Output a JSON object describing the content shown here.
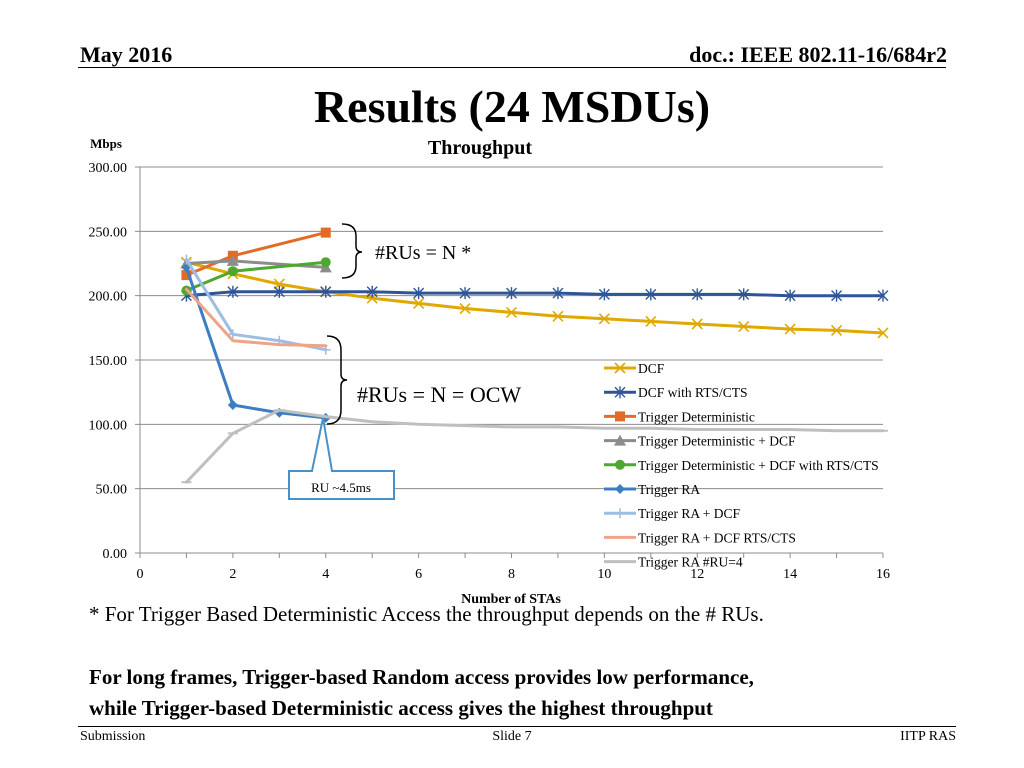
{
  "header": {
    "date": "May 2016",
    "doc": "doc.: IEEE 802.11-16/684r2"
  },
  "slide_title": "Results (24 MSDUs)",
  "footnote": "* For Trigger Based Deterministic Access the throughput depends on the # RUs.",
  "conclusion": {
    "line1": "For long frames, Trigger-based Random access provides low performance,",
    "line2": "while Trigger-based Deterministic access gives the highest throughput"
  },
  "footer": {
    "left": "Submission",
    "center": "Slide 7",
    "right": "IITP RAS"
  },
  "chart_data": {
    "type": "line",
    "title": "Throughput",
    "ylabel": "Mbps",
    "xlabel": "Number of STAs",
    "xlim": [
      0,
      16
    ],
    "ylim": [
      0,
      300
    ],
    "xticks": [
      "0",
      "2",
      "4",
      "6",
      "8",
      "10",
      "12",
      "14",
      "16"
    ],
    "yticks": [
      "0.00",
      "50.00",
      "100.00",
      "150.00",
      "200.00",
      "250.00",
      "300.00"
    ],
    "grid": "horizontal",
    "legend_position": "right-inside",
    "annotations": {
      "brace1": "#RUs = N *",
      "brace2": "#RUs = N = OCW",
      "callout": "RU ~4.5ms"
    },
    "series": [
      {
        "name": "DCF",
        "color": "#E0A800",
        "marker": "x",
        "points": [
          [
            1,
            226
          ],
          [
            2,
            217
          ],
          [
            3,
            209
          ],
          [
            4,
            203
          ],
          [
            5,
            198
          ],
          [
            6,
            194
          ],
          [
            7,
            190
          ],
          [
            8,
            187
          ],
          [
            9,
            184
          ],
          [
            10,
            182
          ],
          [
            11,
            180
          ],
          [
            12,
            178
          ],
          [
            13,
            176
          ],
          [
            14,
            174
          ],
          [
            15,
            173
          ],
          [
            16,
            171
          ]
        ]
      },
      {
        "name": "DCF with RTS/CTS",
        "color": "#2F5597",
        "marker": "star",
        "points": [
          [
            1,
            200
          ],
          [
            2,
            203
          ],
          [
            3,
            203
          ],
          [
            4,
            203
          ],
          [
            5,
            203
          ],
          [
            6,
            202
          ],
          [
            7,
            202
          ],
          [
            8,
            202
          ],
          [
            9,
            202
          ],
          [
            10,
            201
          ],
          [
            11,
            201
          ],
          [
            12,
            201
          ],
          [
            13,
            201
          ],
          [
            14,
            200
          ],
          [
            15,
            200
          ],
          [
            16,
            200
          ]
        ]
      },
      {
        "name": "Trigger Deterministic",
        "color": "#E06C28",
        "marker": "square",
        "points": [
          [
            1,
            216
          ],
          [
            2,
            231
          ],
          [
            4,
            249
          ]
        ]
      },
      {
        "name": "Trigger Deterministic + DCF",
        "color": "#8C8C8C",
        "marker": "triangle",
        "points": [
          [
            1,
            225
          ],
          [
            2,
            227
          ],
          [
            4,
            222
          ]
        ]
      },
      {
        "name": "Trigger Deterministic + DCF with RTS/CTS",
        "color": "#4EA72E",
        "marker": "circle",
        "points": [
          [
            1,
            204
          ],
          [
            2,
            219
          ],
          [
            4,
            226
          ]
        ]
      },
      {
        "name": "Trigger RA",
        "color": "#3C7DC4",
        "marker": "diamond",
        "points": [
          [
            1,
            222
          ],
          [
            2,
            115
          ],
          [
            3,
            109
          ],
          [
            4,
            105
          ]
        ]
      },
      {
        "name": "Trigger RA + DCF",
        "color": "#9DBDE2",
        "marker": "plus",
        "points": [
          [
            1,
            228
          ],
          [
            2,
            170
          ],
          [
            3,
            165
          ],
          [
            4,
            158
          ]
        ]
      },
      {
        "name": "Trigger RA + DCF RTS/CTS",
        "color": "#EFA48A",
        "marker": "none",
        "points": [
          [
            1,
            205
          ],
          [
            2,
            165
          ],
          [
            3,
            162
          ],
          [
            4,
            161
          ]
        ]
      },
      {
        "name": "Trigger RA #RU=4",
        "color": "#BFBFBF",
        "marker": "dash",
        "points": [
          [
            1,
            55
          ],
          [
            2,
            93
          ],
          [
            3,
            111
          ],
          [
            4,
            106
          ],
          [
            5,
            102
          ],
          [
            6,
            100
          ],
          [
            7,
            99
          ],
          [
            8,
            98
          ],
          [
            9,
            98
          ],
          [
            10,
            97
          ],
          [
            11,
            97
          ],
          [
            12,
            96
          ],
          [
            13,
            96
          ],
          [
            14,
            96
          ],
          [
            15,
            95
          ],
          [
            16,
            95
          ]
        ]
      }
    ]
  }
}
